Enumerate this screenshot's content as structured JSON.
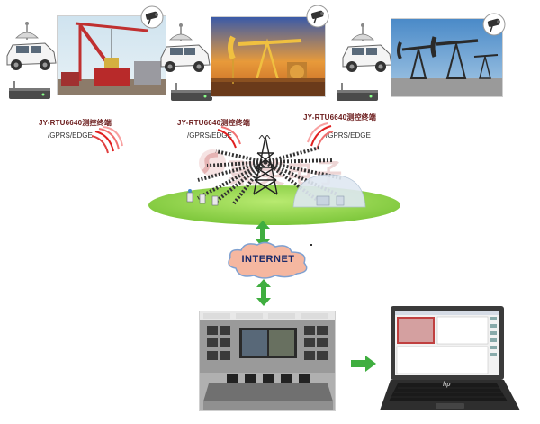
{
  "stations": [
    {
      "id": "s1",
      "label_model": "JY-RTU6640测控终端",
      "label_net": "/GPRS/EDGE",
      "scene": "crane-rig"
    },
    {
      "id": "s2",
      "label_model": "JY-RTU6640测控终端",
      "label_net": "/GPRS/EDGE",
      "scene": "pumpjack-sunset"
    },
    {
      "id": "s3",
      "label_model": "JY-RTU6640测控终端",
      "label_net": "/GPRS/EDGE",
      "scene": "pumpjack-field"
    }
  ],
  "cloud": {
    "label": "INTERNET"
  },
  "watermark": {
    "text": "聚英电子"
  },
  "laptop": {
    "brand": "hp"
  },
  "icons": [
    "camera-icon",
    "antenna-icon",
    "suv-vehicle-icon",
    "rtu-device-icon",
    "radio-tower-icon",
    "double-arrow-icon",
    "right-arrow-icon"
  ],
  "colors": {
    "ground": "#8fd14a",
    "cloud_fill": "#f5b7a0",
    "cloud_stroke": "#7ea0d0",
    "arrow": "#3fae3f",
    "label": "#6a1a1a",
    "internet_text": "#1a2a6a"
  }
}
